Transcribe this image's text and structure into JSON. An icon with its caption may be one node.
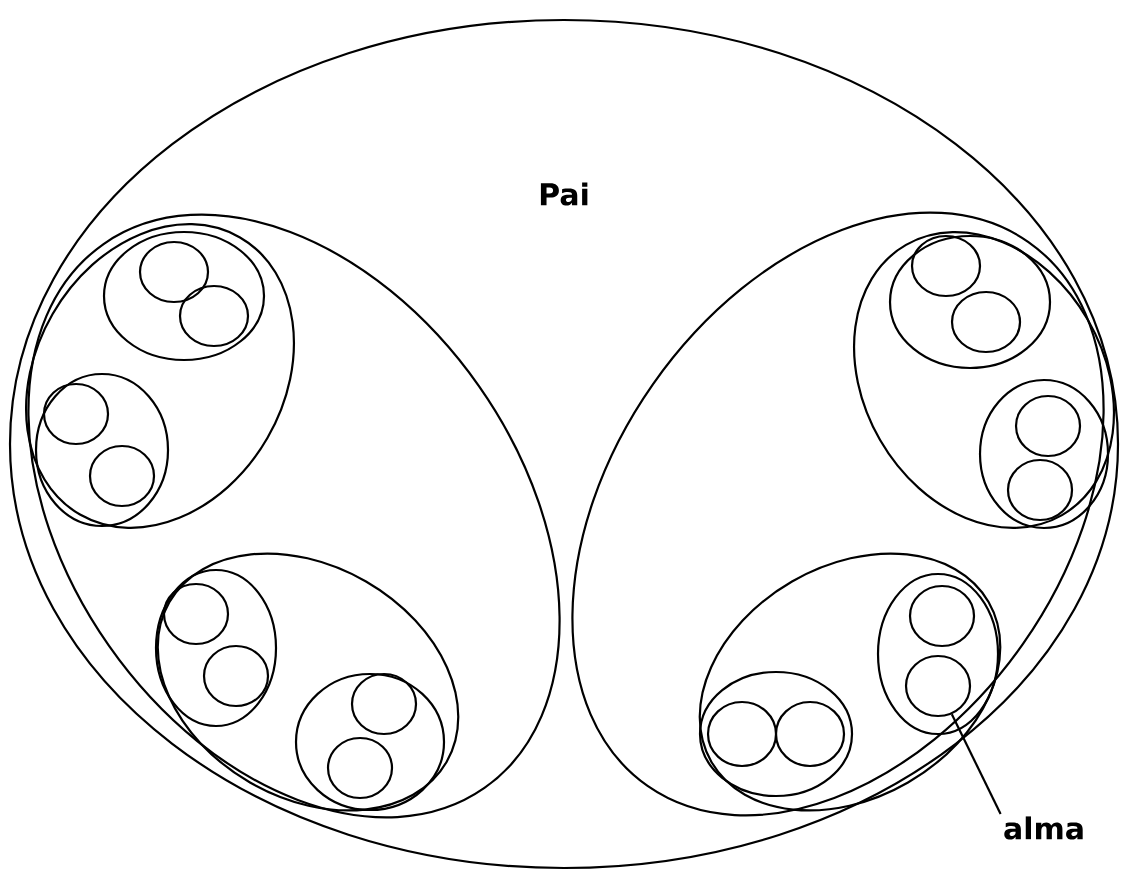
{
  "diagram": {
    "nodes": [
      {
        "text": [
          "Pai"
        ]
      },
      {
        "text": [],
        "shape": "ellipse",
        "in": 0
      },
      {
        "text": [],
        "shape": "ellipse",
        "in": 1
      },
      {
        "text": [],
        "shape": "ellipse",
        "in": 2
      },
      {
        "text": [],
        "shape": "ellipse",
        "in": 3
      },
      {
        "text": [],
        "shape": "ellipse",
        "in": 3
      },
      {
        "text": [],
        "shape": "ellipse",
        "in": 2
      },
      {
        "text": [],
        "shape": "ellipse",
        "in": 6
      },
      {
        "text": [],
        "shape": "ellipse",
        "in": 6
      },
      {
        "text": [],
        "shape": "ellipse",
        "in": 1
      },
      {
        "text": [],
        "shape": "ellipse",
        "in": 9
      },
      {
        "text": [],
        "shape": "ellipse",
        "in": 10
      },
      {
        "text": [],
        "shape": "ellipse",
        "in": 10
      },
      {
        "text": [],
        "shape": "ellipse",
        "in": 9
      },
      {
        "text": [],
        "shape": "ellipse",
        "in": 13
      },
      {
        "text": [],
        "shape": "ellipse",
        "in": 13
      },
      {
        "text": [],
        "shape": "ellipse",
        "in": 0
      },
      {
        "text": [],
        "shape": "ellipse",
        "in": 16
      },
      {
        "text": [],
        "shape": "ellipse",
        "in": 17
      },
      {
        "text": [],
        "shape": "ellipse",
        "in": 18
      },
      {
        "text": [],
        "shape": "ellipse",
        "in": 18
      },
      {
        "text": [],
        "shape": "ellipse",
        "in": 17
      },
      {
        "text": [],
        "shape": "ellipse",
        "in": 21
      },
      {
        "text": [],
        "shape": "ellipse",
        "in": 21
      },
      {
        "text": [],
        "shape": "ellipse",
        "in": 16
      },
      {
        "text": [],
        "shape": "ellipse",
        "in": 24
      },
      {
        "text": [],
        "shape": "ellipse",
        "in": 25
      },
      {
        "text": [],
        "shape": "ellipse",
        "in": 25
      },
      {
        "text": [],
        "shape": "ellipse",
        "in": 24
      },
      {
        "text": [],
        "shape": "ellipse",
        "in": 28
      },
      {
        "text": [],
        "shape": "ellipse",
        "in": 28
      },
      {
        "text": [
          "alma"
        ]
      }
    ],
    "edges": [
      {
        "from": 31,
        "to": 30,
        "arrow": "none"
      }
    ]
  }
}
